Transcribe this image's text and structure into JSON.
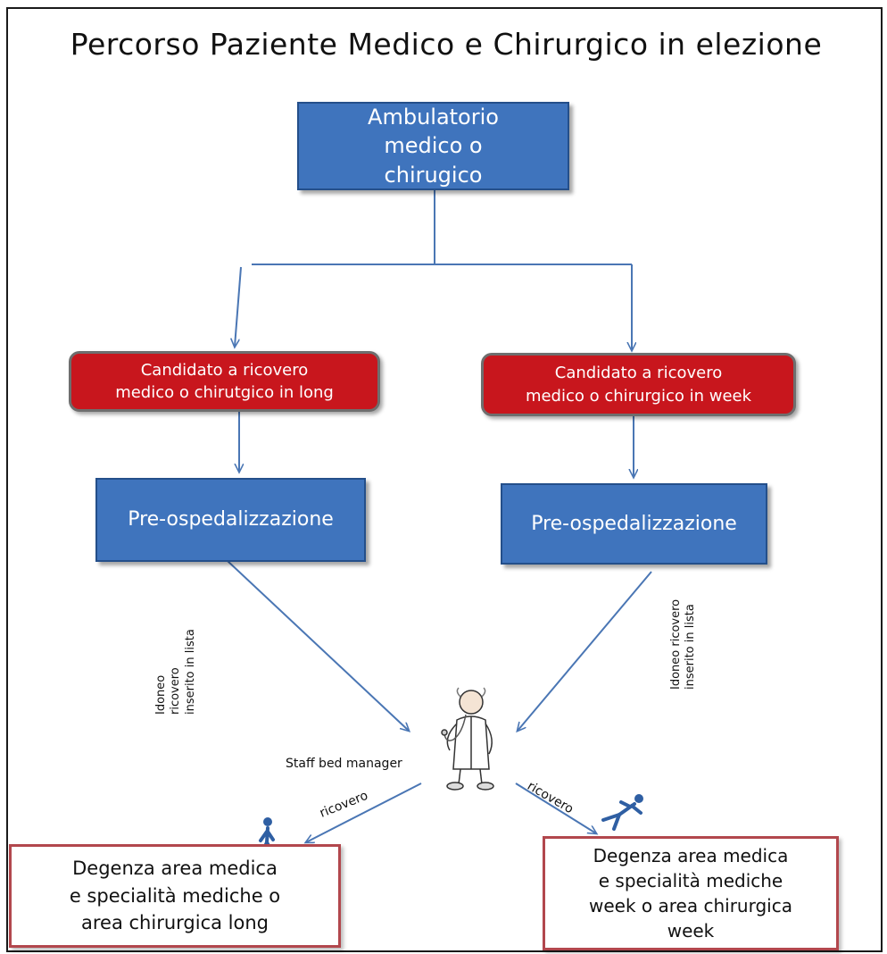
{
  "title": "Percorso Paziente  Medico e Chirurgico in elezione",
  "nodes": {
    "ambulatorio": "Ambulatorio\nmedico  o\nchirugico",
    "candidato_long": "Candidato a ricovero\nmedico o chirutgico in long",
    "candidato_week": "Candidato a ricovero\nmedico o chirurgico in week",
    "preosp_left": "Pre-ospedalizzazione",
    "preosp_right": "Pre-ospedalizzazione",
    "degenza_long": "Degenza area medica\ne specialità mediche o\narea chirurgica long",
    "degenza_week": "Degenza area medica\ne specialità mediche\nweek o area chirurgica\nweek"
  },
  "labels": {
    "idoneo_left": "Idoneo\nricovero\ninserito in lista",
    "idoneo_right": "Idoneo ricovero\ninserito in lista",
    "staff": "Staff bed manager",
    "ricovero_left": "ricovero",
    "ricovero_right": "ricovero"
  },
  "icons": {
    "doctor": "doctor-with-stethoscope-icon",
    "walker_left": "walking-person-icon",
    "walker_right": "walking-person-icon"
  },
  "colors": {
    "blue_box": "#3f74bd",
    "red_box": "#c8161d",
    "outcome_border": "#b2474d",
    "arrow": "#4a76b4"
  }
}
